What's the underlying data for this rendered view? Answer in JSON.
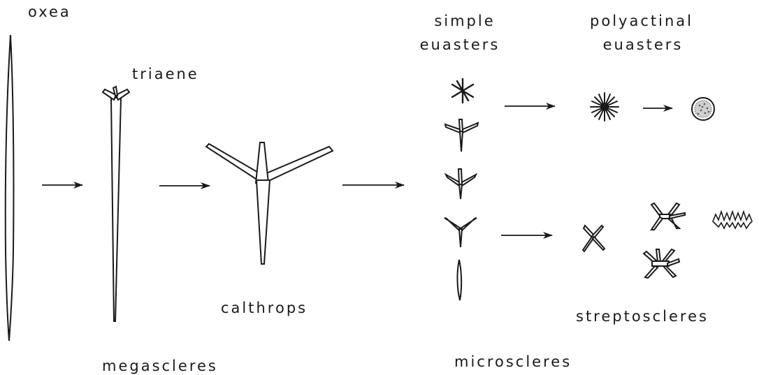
{
  "labels": {
    "oxea": "oxea",
    "triaene": "triaene",
    "calthrops": "calthrops",
    "megascleres": "megascleres",
    "simple_euasters_1": "simple",
    "simple_euasters_2": "euasters",
    "polyactinal_euasters_1": "polyactinal",
    "polyactinal_euasters_2": "euasters",
    "microscleres": "microscleres",
    "streptoscleres": "streptoscleres"
  }
}
